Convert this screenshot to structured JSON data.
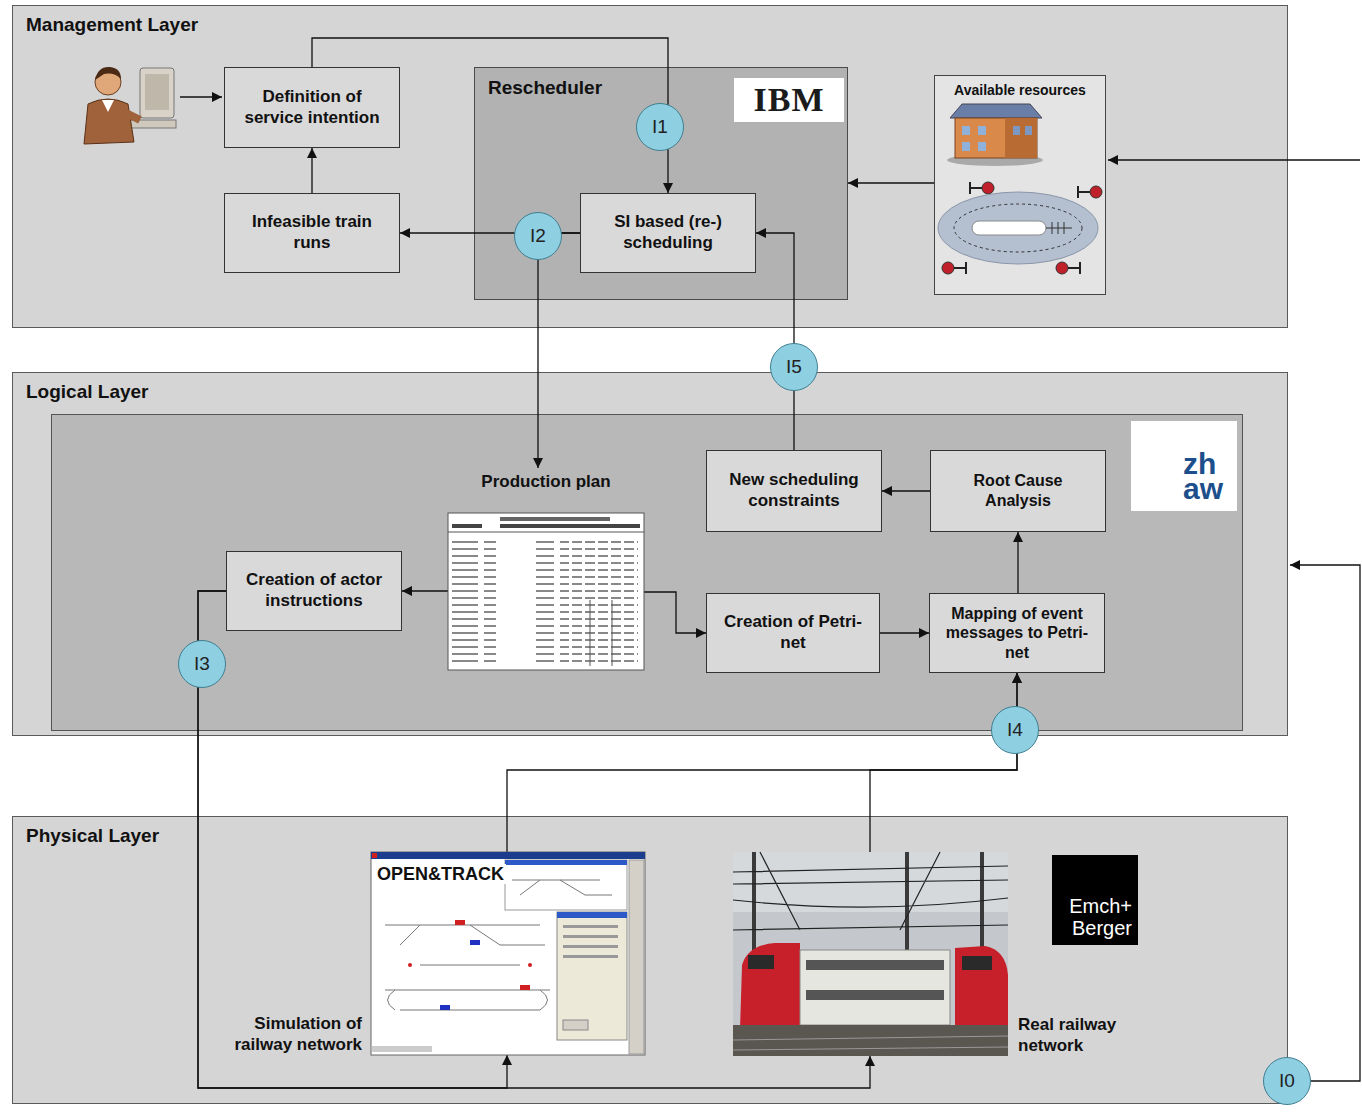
{
  "diagram": {
    "nodes": [
      {
        "text": [
          "Management Layer"
        ]
      },
      {
        "text": [
          "Definition of service intention"
        ],
        "in": 0
      },
      {
        "text": [
          "Rescheduler"
        ],
        "in": 0
      },
      {
        "text": [
          "SI based (re-) scheduling"
        ],
        "in": 2
      },
      {
        "text": [
          "Infeasible train runs"
        ],
        "in": 0
      },
      {
        "text": [
          "Available resources"
        ],
        "in": 0
      },
      {
        "text": [
          "Logical Layer"
        ]
      },
      {
        "text": [
          "Production plan"
        ],
        "in": 6
      },
      {
        "text": [
          "Creation of actor instructions"
        ],
        "in": 6
      },
      {
        "text": [
          "New scheduling constraints"
        ],
        "in": 6
      },
      {
        "text": [
          "Root Cause Analysis"
        ],
        "in": 6
      },
      {
        "text": [
          "Creation of Petri-net"
        ],
        "in": 6
      },
      {
        "text": [
          "Mapping of event messages to Petri-net"
        ],
        "in": 6
      },
      {
        "text": [
          "Physical Layer"
        ]
      },
      {
        "text": [
          "Simulation of railway network"
        ],
        "in": 13
      },
      {
        "text": [
          "Real railway network"
        ],
        "in": 13
      }
    ],
    "edges": [
      {
        "from": 1,
        "to": 3,
        "arrow": "to"
      },
      {
        "from": 4,
        "to": 1,
        "arrow": "to"
      },
      {
        "from": 3,
        "to": 4,
        "arrow": "to"
      },
      {
        "from": 5,
        "to": 2,
        "arrow": "to"
      },
      {
        "from": 3,
        "to": 7,
        "arrow": "to"
      },
      {
        "from": 9,
        "to": 3,
        "arrow": "to"
      },
      {
        "from": 7,
        "to": 8,
        "arrow": "to"
      },
      {
        "from": 7,
        "to": 11,
        "arrow": "to"
      },
      {
        "from": 11,
        "to": 12,
        "arrow": "to"
      },
      {
        "from": 12,
        "to": 10,
        "arrow": "to"
      },
      {
        "from": 10,
        "to": 9,
        "arrow": "to"
      },
      {
        "from": 14,
        "to": 12,
        "arrow": "to"
      },
      {
        "from": 15,
        "to": 12,
        "arrow": "to"
      },
      {
        "from": 8,
        "to": 14,
        "arrow": "to"
      },
      {
        "from": 8,
        "to": 15,
        "arrow": "to"
      }
    ],
    "labels": [
      "IBM",
      "I1",
      "I2",
      "zh aw",
      "I5",
      "OPEN&TRACK",
      "Emch+ Berger",
      "I3",
      "I4",
      "I0"
    ]
  }
}
